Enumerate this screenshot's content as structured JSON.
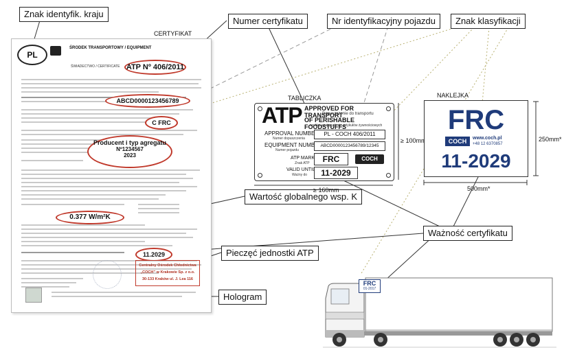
{
  "callouts": {
    "country_mark": "Znak identyfik. kraju",
    "certificate_number": "Numer certyfikatu",
    "vehicle_id": "Nr identyfikacyjny pojazdu",
    "classification_mark": "Znak klasyfikacji",
    "k_value": "Wartość globalnego wsp. K",
    "validity": "Ważność certyfikatu",
    "atp_stamp": "Pieczęć jednostki ATP",
    "hologram": "Hologram"
  },
  "certificate": {
    "heading": "CERTYFIKAT",
    "country_code": "PL",
    "org_name": "ŚRODEK TRANSPORTOWY / EQUIPMENT",
    "certificate_label": "ŚWIADECTWO / CERTIFICATE",
    "atp_number": "ATP Nº 406/2011",
    "vin": "ABCD0000123456789",
    "class_code": "C FRC",
    "producer_title": "Producent i typ agregatu",
    "producer_number": "Nº1234567",
    "producer_year": "2023",
    "k_value": "0.377 W/m²K",
    "valid_until": "11.2029",
    "stamp_lines": [
      "Centralny Ośrodek Chłodnictwa",
      "„COCH” w Krakowie Sp. z o.o.",
      "30-133 Kraków ul. J. Lea 116"
    ]
  },
  "plate": {
    "caption": "TABLICZKA",
    "atp_big": "ATP",
    "approved_line1": "APPROVED FOR TRANSPORT",
    "approved_sub1": "Dopuszczenie do transportu",
    "approved_line2": "OF PERISHABLE FOODSTUFFS",
    "approved_sub2": "szybko psujących się artykułów żywnościowych",
    "approval_label": "APPROVAL NUMBER",
    "approval_sub": "Numer dopuszczenia",
    "approval_value": "PL - COCH 406/2011",
    "equipment_label": "EQUIPMENT NUMBER",
    "equipment_sub": "Numer pojazdu",
    "equipment_value": "ABCD0000123456789/12345",
    "mark_label": "ATP MARK",
    "mark_sub": "Znak ATP",
    "mark_value": "FRC",
    "valid_label": "VALID UNTIL",
    "valid_sub": "Ważny do",
    "valid_value": "11-2029",
    "logo_text": "COCH",
    "dim_height": "≥ 100mm",
    "dim_width": "≥ 160mm"
  },
  "sticker": {
    "caption": "NAKLEJKA",
    "class_code": "FRC",
    "logo_text": "COCH",
    "website": "www.coch.pl",
    "phone": "+48 12 6370857",
    "valid": "11-2029",
    "dim_height": "250mm*",
    "dim_width": "500mm*"
  },
  "truck": {
    "sticker_code": "FRC",
    "sticker_date": "01-2017"
  },
  "colors": {
    "navy": "#1f3b7a",
    "stamp_red": "#c0392b",
    "leader": "#333333",
    "dashed_leader": "#b5b58a"
  }
}
